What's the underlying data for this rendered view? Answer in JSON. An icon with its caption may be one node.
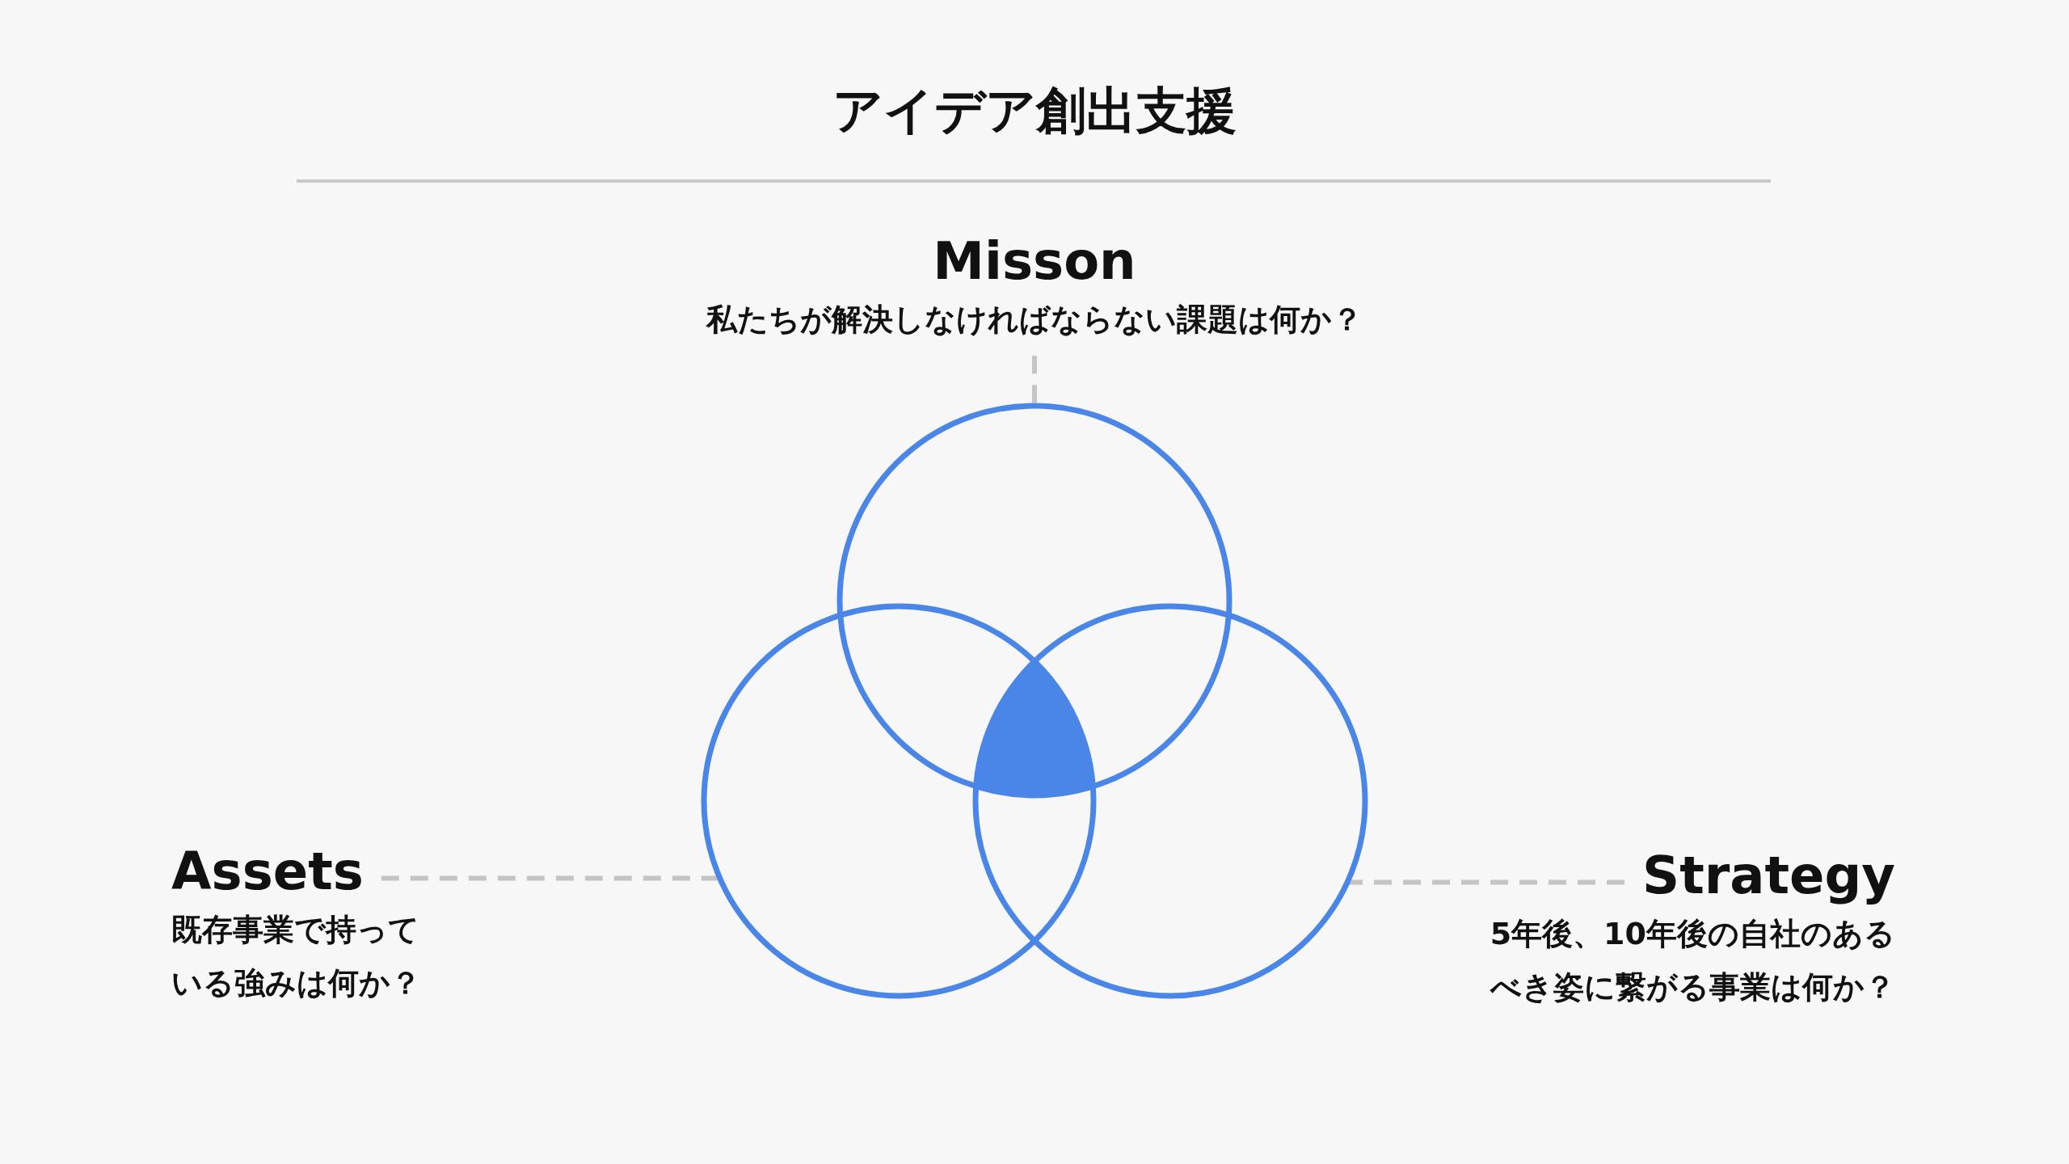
{
  "diagram": {
    "title": "アイデア創出支援",
    "nodes": [
      {
        "text": [
          "Misson",
          "私たちが解決しなければならない課題は何か？"
        ]
      },
      {
        "text": [],
        "shape": "circle"
      },
      {
        "text": [],
        "shape": "circle"
      },
      {
        "text": [],
        "shape": "circle"
      },
      {
        "text": [
          "Assets",
          "既存事業で持っている強みは何か？"
        ]
      },
      {
        "text": [
          "Strategy",
          "5年後、10年後の自社のあるべき姿に繋がる事業は何か？"
        ]
      }
    ],
    "edges": [
      {
        "from": 0,
        "to": 1,
        "arrow": "none",
        "style": "dashed"
      },
      {
        "from": 4,
        "to": 2,
        "arrow": "none",
        "style": "dashed"
      },
      {
        "from": 5,
        "to": 3,
        "arrow": "none",
        "style": "dashed"
      }
    ]
  }
}
